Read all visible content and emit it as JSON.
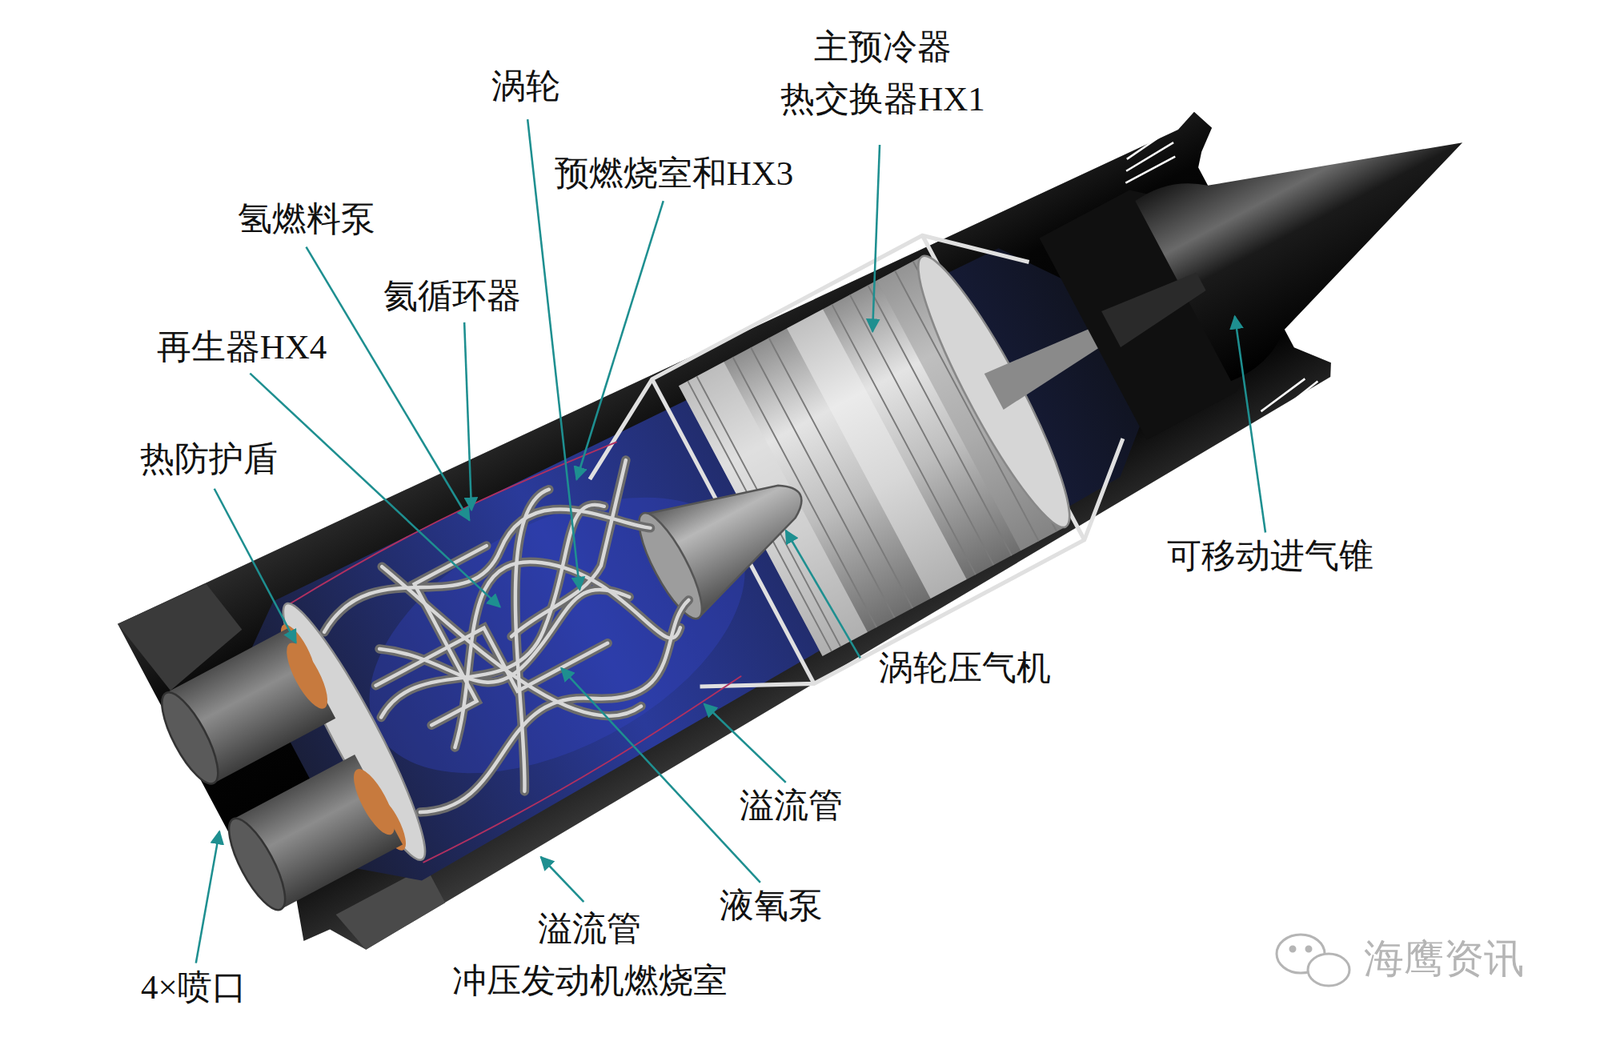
{
  "diagram": {
    "labels": [
      "主预冷器 热交换器HX1",
      "涡轮",
      "预燃烧室和HX3",
      "氢燃料泵",
      "氦循环器",
      "再生器HX4",
      "热防护盾",
      "可移动进气锥",
      "涡轮压气机",
      "溢流管",
      "液氧泵",
      "溢流管 冲压发动机燃烧室",
      "4×喷口",
      "海鹰资讯"
    ]
  }
}
